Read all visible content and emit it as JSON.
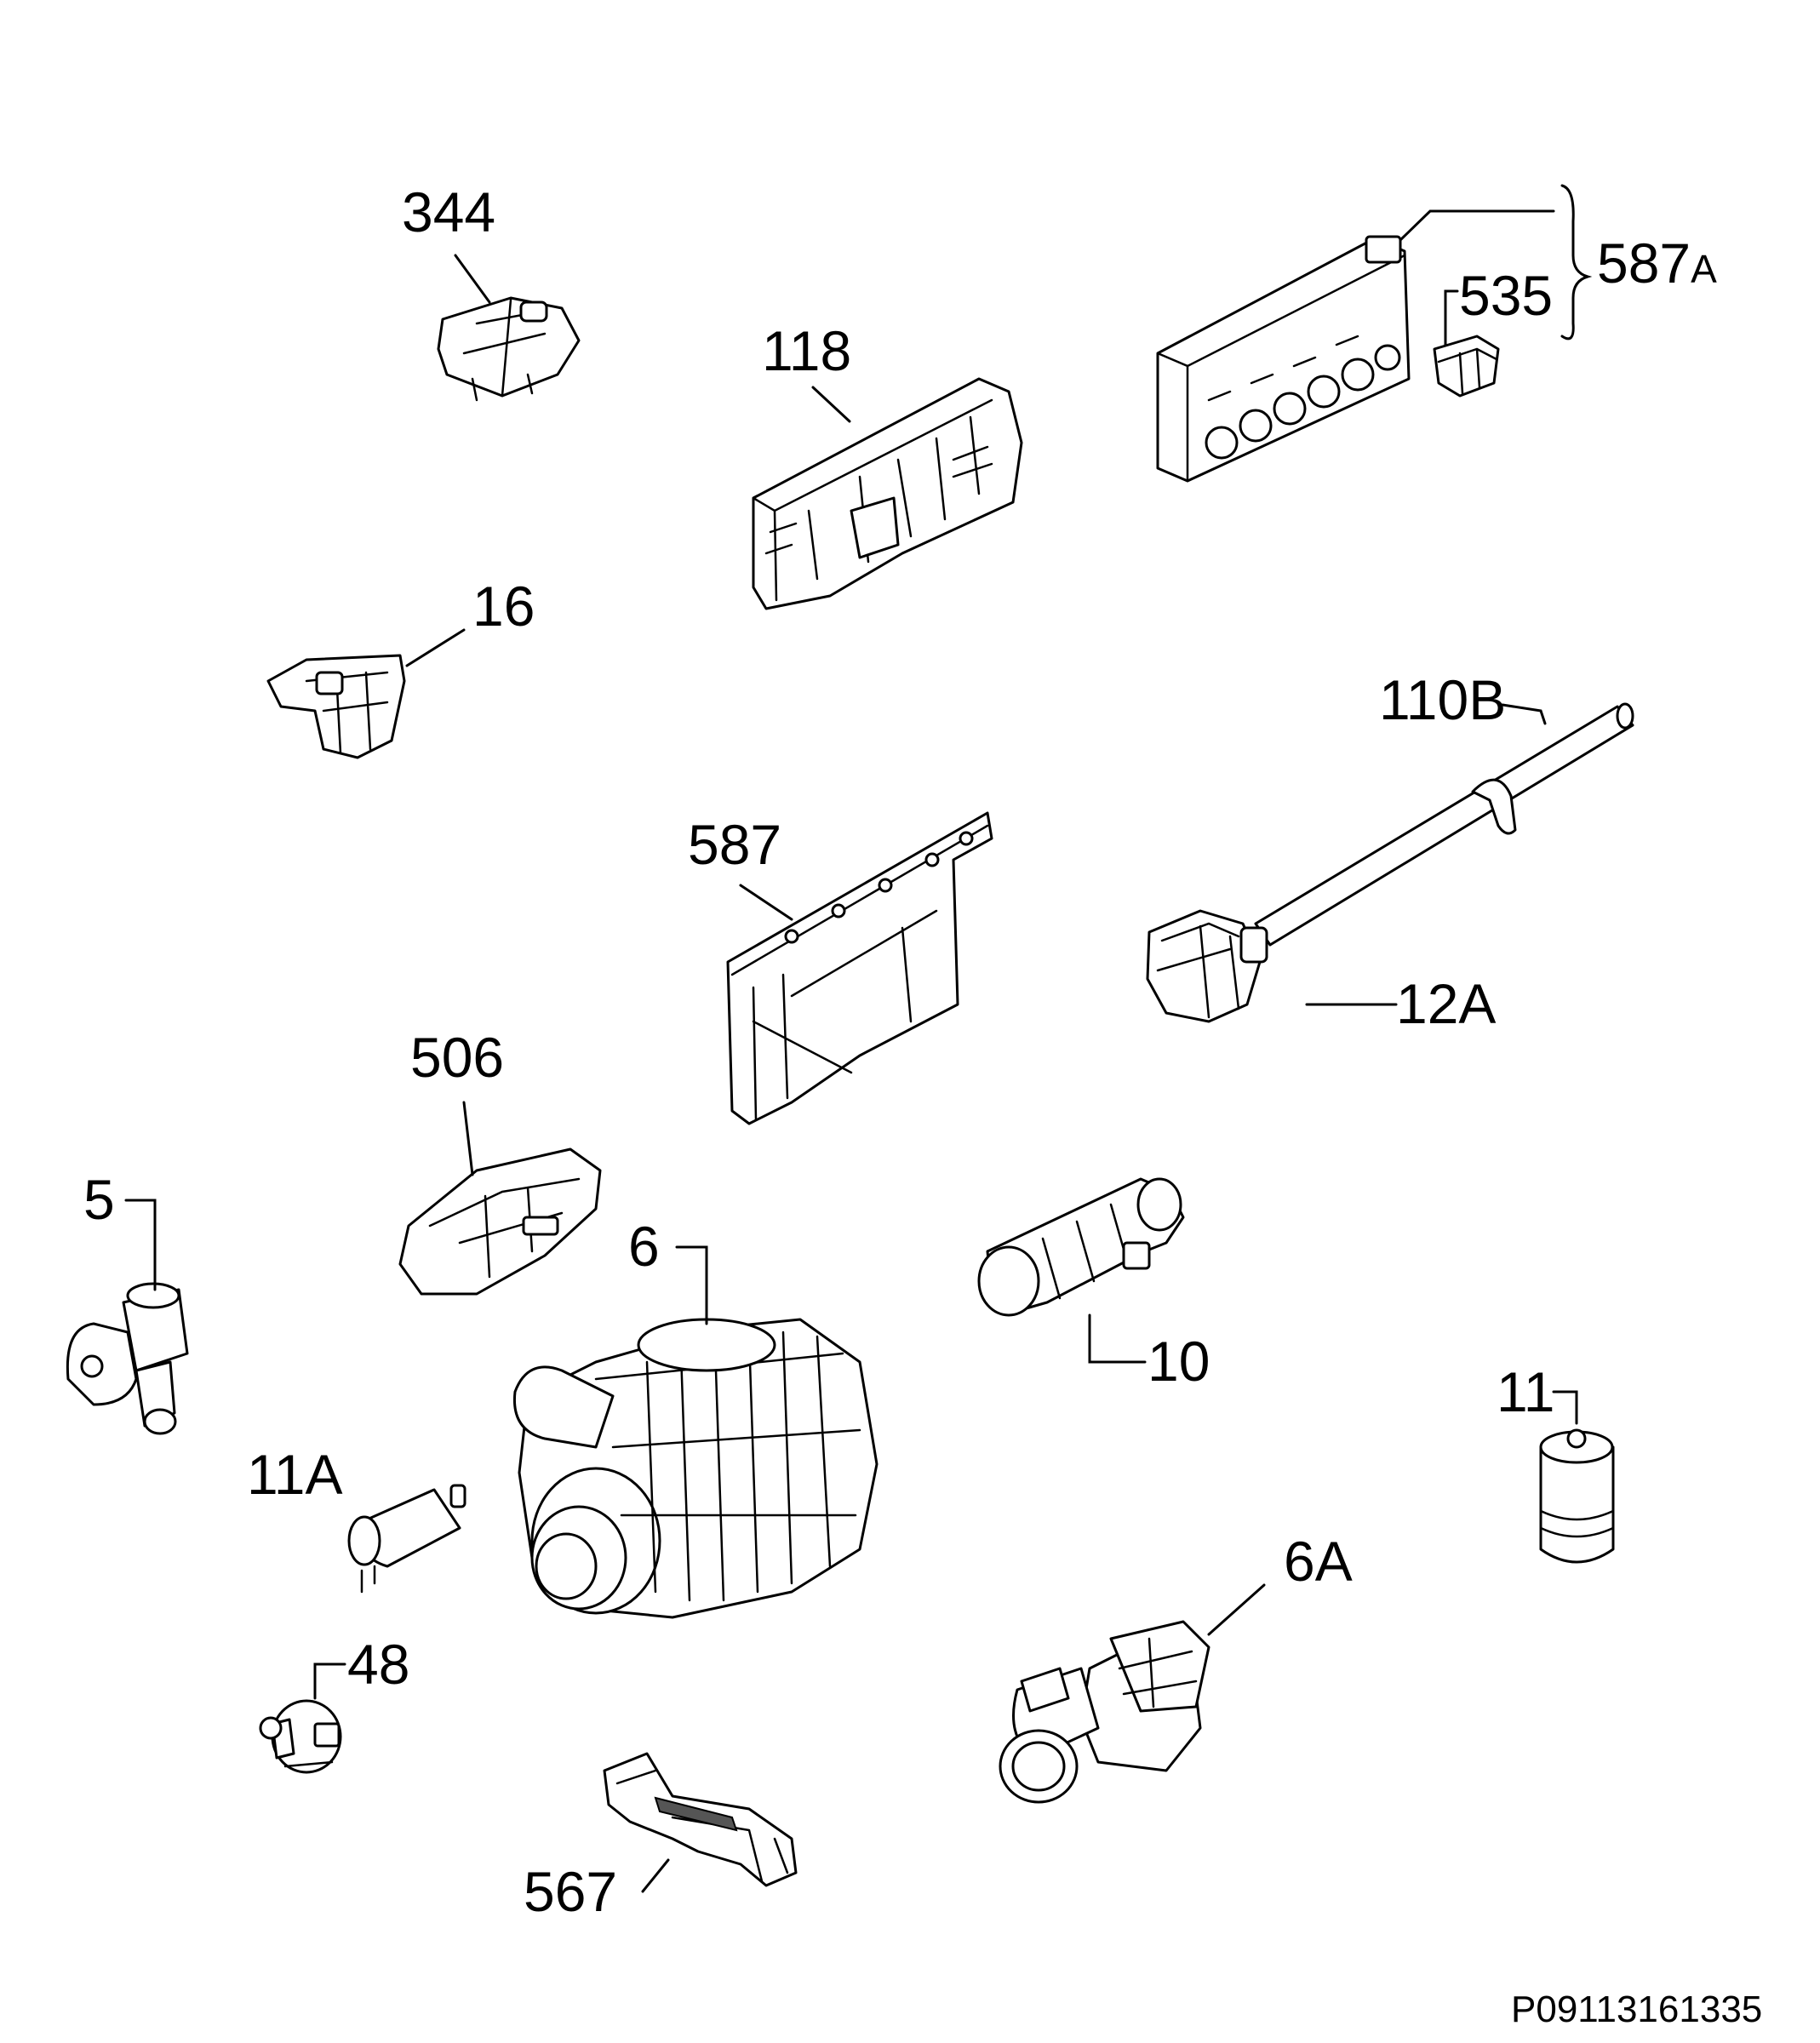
{
  "parts": [
    {
      "id": "p344",
      "label": "344"
    },
    {
      "id": "p118",
      "label": "118"
    },
    {
      "id": "p587a",
      "label": "587",
      "suffix": "A"
    },
    {
      "id": "p535",
      "label": "535"
    },
    {
      "id": "p16",
      "label": "16"
    },
    {
      "id": "p110b",
      "label": "110B"
    },
    {
      "id": "p587",
      "label": "587"
    },
    {
      "id": "p12a",
      "label": "12A"
    },
    {
      "id": "p506",
      "label": "506"
    },
    {
      "id": "p5",
      "label": "5"
    },
    {
      "id": "p6",
      "label": "6"
    },
    {
      "id": "p10",
      "label": "10"
    },
    {
      "id": "p11",
      "label": "11"
    },
    {
      "id": "p11a",
      "label": "11A"
    },
    {
      "id": "p6a",
      "label": "6A"
    },
    {
      "id": "p48",
      "label": "48"
    },
    {
      "id": "p567",
      "label": "567"
    }
  ],
  "diagram_code": "P09113161335"
}
